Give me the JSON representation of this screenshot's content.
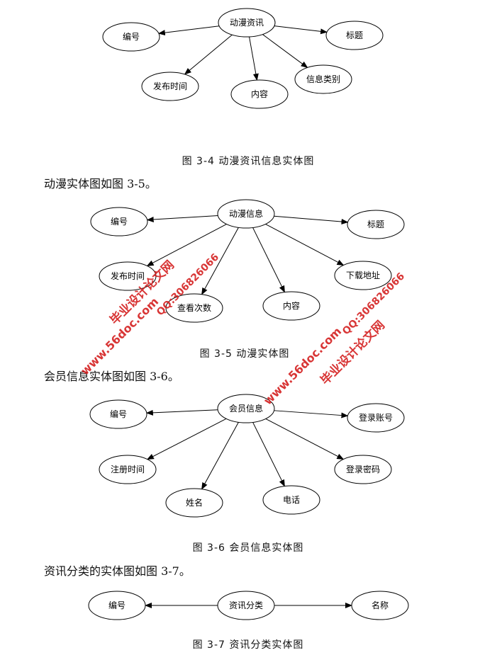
{
  "diagrams": [
    {
      "center": "动漫资讯",
      "attributes": [
        "编号",
        "标题",
        "发布时间",
        "内容",
        "信息类别"
      ],
      "caption": "图 3-4 动漫资讯信息实体图"
    },
    {
      "center": "动漫信息",
      "attributes": [
        "编号",
        "标题",
        "发布时间",
        "下载地址",
        "查看次数",
        "内容"
      ],
      "caption": "图 3-5 动漫实体图"
    },
    {
      "center": "会员信息",
      "attributes": [
        "编号",
        "登录账号",
        "注册时间",
        "登录密码",
        "姓名",
        "电话"
      ],
      "caption": "图 3-6 会员信息实体图"
    },
    {
      "center": "资讯分类",
      "attributes": [
        "编号",
        "名称"
      ],
      "caption": "图 3-7 资讯分类实体图"
    }
  ],
  "paragraphs": [
    "动漫实体图如图 3-5。",
    "会员信息实体图如图 3-6。",
    "资讯分类的实体图如图 3-7。"
  ],
  "watermark": {
    "site": "毕业设计论文网",
    "url": "www.56doc.com",
    "qq": "QQ:306826066",
    "color": "#d42020"
  }
}
